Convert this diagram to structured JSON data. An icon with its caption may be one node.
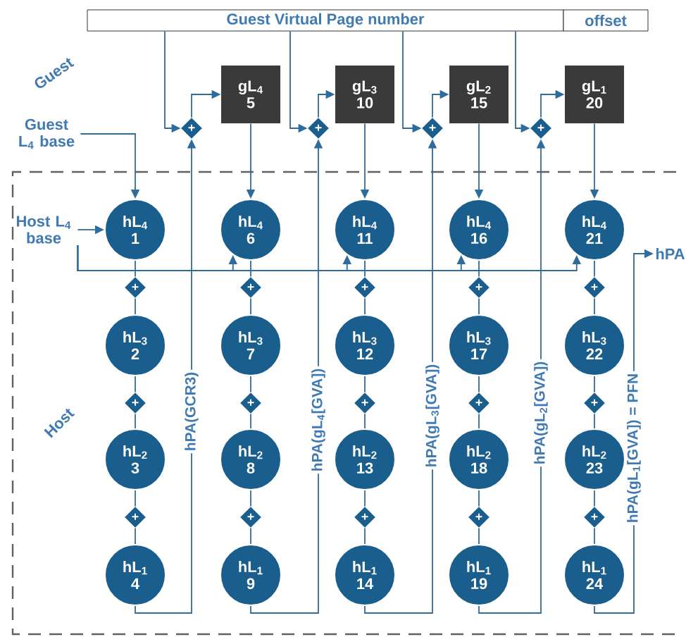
{
  "diagram": {
    "nodes": [
      {
        "text": [
          "Guest Virtual Page number"
        ]
      },
      {
        "text": [
          "offset"
        ]
      },
      {
        "text": [
          "Guest L$_{4}$ base"
        ]
      },
      {
        "text": [
          "+"
        ]
      },
      {
        "text": [
          "gL$_{4}$",
          "5"
        ]
      },
      {
        "text": [
          "+"
        ]
      },
      {
        "text": [
          "gL$_{3}$",
          "10"
        ]
      },
      {
        "text": [
          "+"
        ]
      },
      {
        "text": [
          "gL$_{2}$",
          "15"
        ]
      },
      {
        "text": [
          "+"
        ]
      },
      {
        "text": [
          "gL$_{1}$",
          "20"
        ]
      },
      {
        "text": [
          "Host L$_{4}$ base"
        ]
      },
      {
        "text": [
          "hL$_{4}$",
          "1"
        ]
      },
      {
        "text": [
          "+"
        ]
      },
      {
        "text": [
          "hL$_{3}$",
          "2"
        ]
      },
      {
        "text": [
          "+"
        ]
      },
      {
        "text": [
          "hL$_{2}$",
          "3"
        ]
      },
      {
        "text": [
          "+"
        ]
      },
      {
        "text": [
          "hL$_{1}$",
          "4"
        ]
      },
      {
        "text": [
          "hL$_{4}$",
          "6"
        ]
      },
      {
        "text": [
          "+"
        ]
      },
      {
        "text": [
          "hL$_{3}$",
          "7"
        ]
      },
      {
        "text": [
          "+"
        ]
      },
      {
        "text": [
          "hL$_{2}$",
          "8"
        ]
      },
      {
        "text": [
          "+"
        ]
      },
      {
        "text": [
          "hL$_{1}$",
          "9"
        ]
      },
      {
        "text": [
          "hL$_{4}$",
          "11"
        ]
      },
      {
        "text": [
          "+"
        ]
      },
      {
        "text": [
          "hL$_{3}$",
          "12"
        ]
      },
      {
        "text": [
          "+"
        ]
      },
      {
        "text": [
          "hL$_{2}$",
          "13"
        ]
      },
      {
        "text": [
          "+"
        ]
      },
      {
        "text": [
          "hL$_{1}$",
          "14"
        ]
      },
      {
        "text": [
          "hL$_{4}$",
          "16"
        ]
      },
      {
        "text": [
          "+"
        ]
      },
      {
        "text": [
          "hL$_{3}$",
          "17"
        ]
      },
      {
        "text": [
          "+"
        ]
      },
      {
        "text": [
          "hL$_{2}$",
          "18"
        ]
      },
      {
        "text": [
          "+"
        ]
      },
      {
        "text": [
          "hL$_{1}$",
          "19"
        ]
      },
      {
        "text": [
          "hL$_{4}$",
          "21"
        ]
      },
      {
        "text": [
          "+"
        ]
      },
      {
        "text": [
          "hL$_{3}$",
          "22"
        ]
      },
      {
        "text": [
          "+"
        ]
      },
      {
        "text": [
          "hL$_{2}$",
          "23"
        ]
      },
      {
        "text": [
          "+"
        ]
      },
      {
        "text": [
          "hL$_{1}$",
          "24"
        ]
      },
      {
        "text": [
          "hPA"
        ]
      }
    ],
    "edges": [
      {
        "from": 2,
        "to": 12,
        "arrow": "to"
      },
      {
        "from": 11,
        "to": 12,
        "arrow": "to"
      },
      {
        "from": 11,
        "to": 19,
        "arrow": "to"
      },
      {
        "from": 11,
        "to": 26,
        "arrow": "to"
      },
      {
        "from": 11,
        "to": 33,
        "arrow": "to"
      },
      {
        "from": 11,
        "to": 40,
        "arrow": "to"
      },
      {
        "from": 12,
        "to": 13,
        "arrow": "none"
      },
      {
        "from": 13,
        "to": 14,
        "arrow": "none"
      },
      {
        "from": 14,
        "to": 15,
        "arrow": "none"
      },
      {
        "from": 15,
        "to": 16,
        "arrow": "none"
      },
      {
        "from": 16,
        "to": 17,
        "arrow": "none"
      },
      {
        "from": 17,
        "to": 18,
        "arrow": "none"
      },
      {
        "from": 19,
        "to": 20,
        "arrow": "none"
      },
      {
        "from": 20,
        "to": 21,
        "arrow": "none"
      },
      {
        "from": 21,
        "to": 22,
        "arrow": "none"
      },
      {
        "from": 22,
        "to": 23,
        "arrow": "none"
      },
      {
        "from": 23,
        "to": 24,
        "arrow": "none"
      },
      {
        "from": 24,
        "to": 25,
        "arrow": "none"
      },
      {
        "from": 26,
        "to": 27,
        "arrow": "none"
      },
      {
        "from": 27,
        "to": 28,
        "arrow": "none"
      },
      {
        "from": 28,
        "to": 29,
        "arrow": "none"
      },
      {
        "from": 29,
        "to": 30,
        "arrow": "none"
      },
      {
        "from": 30,
        "to": 31,
        "arrow": "none"
      },
      {
        "from": 31,
        "to": 32,
        "arrow": "none"
      },
      {
        "from": 33,
        "to": 34,
        "arrow": "none"
      },
      {
        "from": 34,
        "to": 35,
        "arrow": "none"
      },
      {
        "from": 35,
        "to": 36,
        "arrow": "none"
      },
      {
        "from": 36,
        "to": 37,
        "arrow": "none"
      },
      {
        "from": 37,
        "to": 38,
        "arrow": "none"
      },
      {
        "from": 38,
        "to": 39,
        "arrow": "none"
      },
      {
        "from": 40,
        "to": 41,
        "arrow": "none"
      },
      {
        "from": 41,
        "to": 42,
        "arrow": "none"
      },
      {
        "from": 42,
        "to": 43,
        "arrow": "none"
      },
      {
        "from": 43,
        "to": 44,
        "arrow": "none"
      },
      {
        "from": 44,
        "to": 45,
        "arrow": "none"
      },
      {
        "from": 45,
        "to": 46,
        "arrow": "none"
      },
      {
        "from": 0,
        "to": 3,
        "arrow": "to"
      },
      {
        "from": 0,
        "to": 5,
        "arrow": "to"
      },
      {
        "from": 0,
        "to": 7,
        "arrow": "to"
      },
      {
        "from": 0,
        "to": 9,
        "arrow": "to"
      },
      {
        "from": 3,
        "to": 4,
        "arrow": "to"
      },
      {
        "from": 5,
        "to": 6,
        "arrow": "to"
      },
      {
        "from": 7,
        "to": 8,
        "arrow": "to"
      },
      {
        "from": 9,
        "to": 10,
        "arrow": "to"
      },
      {
        "from": 4,
        "to": 19,
        "arrow": "to"
      },
      {
        "from": 6,
        "to": 26,
        "arrow": "to"
      },
      {
        "from": 8,
        "to": 33,
        "arrow": "to"
      },
      {
        "from": 10,
        "to": 40,
        "arrow": "to"
      },
      {
        "from": 18,
        "to": 3,
        "arrow": "to",
        "label": "hPA(GCR3)"
      },
      {
        "from": 25,
        "to": 5,
        "arrow": "to",
        "label": "hPA(gL$_{4}$[GVA])"
      },
      {
        "from": 32,
        "to": 7,
        "arrow": "to",
        "label": "hPA(gL$_{3}$[GVA])"
      },
      {
        "from": 39,
        "to": 9,
        "arrow": "to",
        "label": "hPA(gL$_{2}$[GVA])"
      },
      {
        "from": 46,
        "to": 47,
        "arrow": "to",
        "label": "hPA(gL$_{1}$[GVA]) = PFN"
      }
    ],
    "labels": [
      "Guest",
      "Host"
    ]
  }
}
